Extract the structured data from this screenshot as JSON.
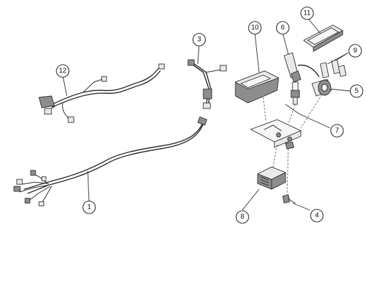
{
  "callouts": [
    "1",
    "3",
    "4",
    "5",
    "6",
    "7",
    "8",
    "9",
    "10",
    "11",
    "12"
  ]
}
